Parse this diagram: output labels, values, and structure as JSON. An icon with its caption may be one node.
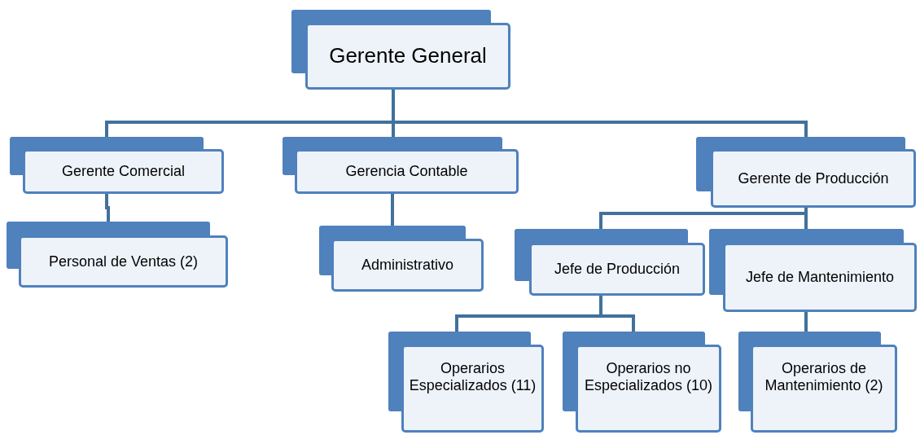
{
  "diagram": {
    "nodes": [
      {
        "text": [
          "Gerente General"
        ]
      },
      {
        "text": [
          "Gerente Comercial"
        ]
      },
      {
        "text": [
          "Personal de Ventas (2)"
        ]
      },
      {
        "text": [
          "Gerencia Contable"
        ]
      },
      {
        "text": [
          "Administrativo"
        ]
      },
      {
        "text": [
          "Gerente de Producción"
        ]
      },
      {
        "text": [
          "Jefe de Producción"
        ]
      },
      {
        "text": [
          "Jefe de Mantenimiento"
        ]
      },
      {
        "text": [
          "Operarios Especializados (11)"
        ]
      },
      {
        "text": [
          "Operarios no Especializados (10)"
        ]
      },
      {
        "text": [
          "Operarios de Mantenimiento (2)"
        ]
      }
    ],
    "edges": [
      {
        "from": 0,
        "to": 1,
        "arrow": "none"
      },
      {
        "from": 0,
        "to": 3,
        "arrow": "none"
      },
      {
        "from": 0,
        "to": 5,
        "arrow": "none"
      },
      {
        "from": 1,
        "to": 2,
        "arrow": "none"
      },
      {
        "from": 3,
        "to": 4,
        "arrow": "none"
      },
      {
        "from": 5,
        "to": 6,
        "arrow": "none"
      },
      {
        "from": 5,
        "to": 7,
        "arrow": "none"
      },
      {
        "from": 6,
        "to": 8,
        "arrow": "none"
      },
      {
        "from": 6,
        "to": 9,
        "arrow": "none"
      },
      {
        "from": 7,
        "to": 10,
        "arrow": "none"
      }
    ]
  }
}
